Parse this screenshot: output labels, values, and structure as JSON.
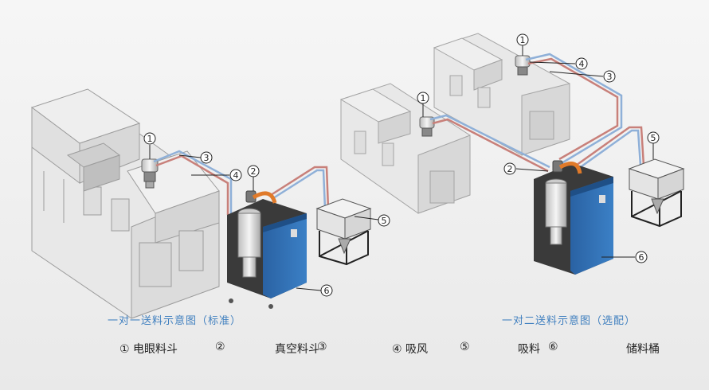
{
  "captions": {
    "left": "一对一送料示意图（标准）",
    "right": "一对二送料示意图（选配）"
  },
  "callouts": {
    "c1": "1",
    "c2": "2",
    "c3": "3",
    "c4": "4",
    "c5": "5",
    "c6": "6"
  },
  "legend": [
    {
      "text": "① 电眼料斗"
    },
    {
      "text": "②"
    },
    {
      "text": "真空料斗"
    },
    {
      "text": "③"
    },
    {
      "text": "④ 吸风"
    },
    {
      "text": "⑤"
    },
    {
      "text": "吸料"
    },
    {
      "text": "⑥"
    },
    {
      "text": "储料桶"
    }
  ],
  "colors": {
    "machine_fill": "#e6e6e6",
    "machine_stroke": "#9a9a9a",
    "cabinet_blue": "#2f6fb3",
    "cabinet_dark": "#3a3a3a",
    "pipe_red": "#c8807a",
    "pipe_blue": "#8fb0d8",
    "accent_orange": "#e07a2a",
    "caption_blue": "#3f7fbf"
  }
}
